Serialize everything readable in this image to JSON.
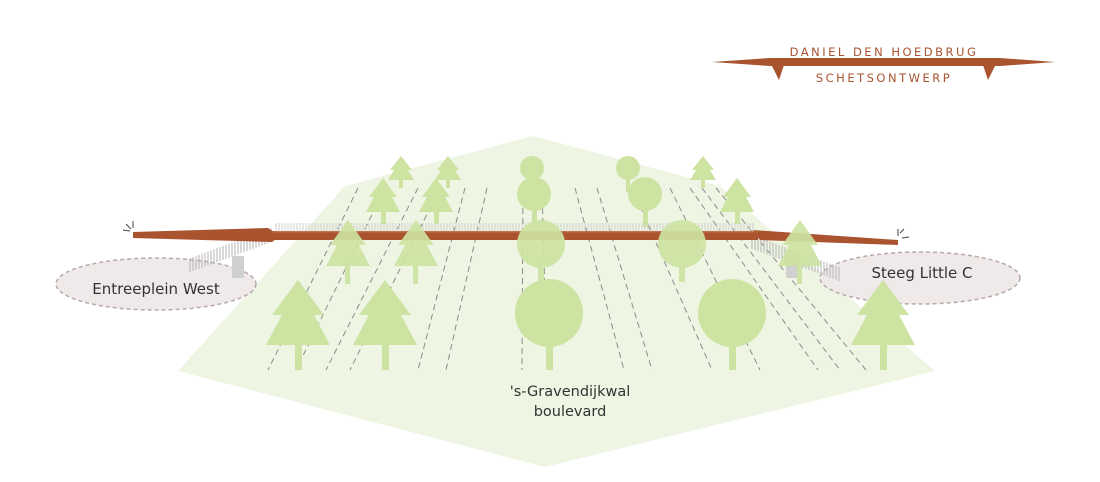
{
  "title": {
    "line1": "DANIEL DEN HOEDBRUG",
    "line2": "SCHETSONTWERP"
  },
  "places": {
    "west": "Entreeplein West",
    "east": "Steeg Little C",
    "boulevard_line1": "'s-Gravendijkwal",
    "boulevard_line2": "boulevard"
  },
  "colors": {
    "bridge": "#a9532f",
    "tree": "#cde3a2",
    "ground": "#eef5e3",
    "plaza": "#efe9e9",
    "plaza_border": "#b9a9a9"
  }
}
